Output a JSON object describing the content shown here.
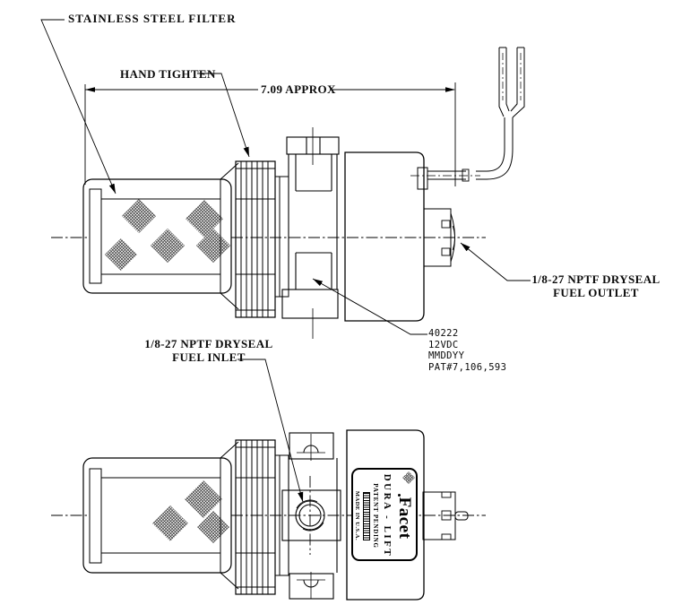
{
  "page": {
    "background": "#ffffff",
    "line_color": "#000000"
  },
  "annotations": {
    "stainless_steel_filter": "STAINLESS STEEL FILTER",
    "hand_tighten": "HAND TIGHTEN",
    "dimension_approx": "7.09 APPROX",
    "fuel_outlet": {
      "line1": "1/8-27 NPTF DRYSEAL",
      "line2": "FUEL OUTLET"
    },
    "fuel_inlet": {
      "line1": "1/8-27 NPTF DRYSEAL",
      "line2": "FUEL INLET"
    },
    "part_info": [
      "40222",
      "12VDC",
      "MMDDYY",
      "PAT#7,106,593"
    ]
  },
  "product_label": {
    "brand": "Facet",
    "model": "DURA - LIFT",
    "patent": "PATENT PENDING",
    "origin": "MADE IN U.S.A."
  }
}
